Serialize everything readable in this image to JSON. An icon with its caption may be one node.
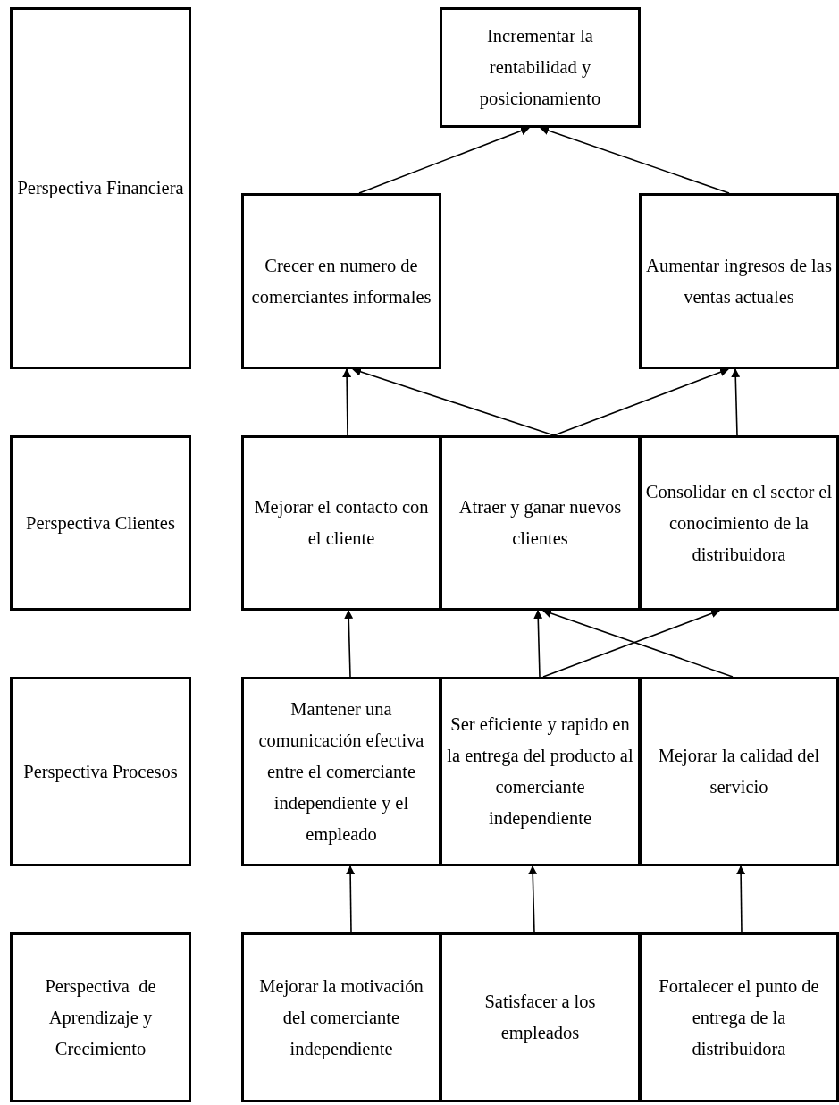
{
  "diagram": {
    "nodes": [
      {
        "text": [
          "Perspectiva Financiera"
        ]
      },
      {
        "text": [
          "Incrementar la rentabilidad y posicionamiento"
        ]
      },
      {
        "text": [
          "Crecer en numero de comerciantes informales"
        ]
      },
      {
        "text": [
          "Aumentar ingresos de las ventas actuales"
        ]
      },
      {
        "text": [
          "Perspectiva Clientes"
        ]
      },
      {
        "text": [
          "Mejorar el contacto con el cliente"
        ]
      },
      {
        "text": [
          "Atraer y ganar nuevos clientes"
        ]
      },
      {
        "text": [
          "Consolidar en el sector el conocimiento de la distribuidora"
        ]
      },
      {
        "text": [
          "Perspectiva Procesos"
        ]
      },
      {
        "text": [
          "Mantener una comunicación efectiva entre el comerciante independiente y el empleado"
        ]
      },
      {
        "text": [
          "Ser eficiente y rapido en la entrega del producto al comerciante independiente"
        ]
      },
      {
        "text": [
          "Mejorar la calidad del servicio"
        ]
      },
      {
        "text": [
          "Perspectiva  de Aprendizaje y Crecimiento"
        ]
      },
      {
        "text": [
          "Mejorar la motivación del comerciante independiente"
        ]
      },
      {
        "text": [
          "Satisfacer a los empleados"
        ]
      },
      {
        "text": [
          "Fortalecer el punto de entrega de la distribuidora"
        ]
      }
    ],
    "edges": [
      {
        "from": 2,
        "to": 1,
        "arrow": "to"
      },
      {
        "from": 3,
        "to": 1,
        "arrow": "to"
      },
      {
        "from": 5,
        "to": 2,
        "arrow": "to"
      },
      {
        "from": 6,
        "to": 2,
        "arrow": "to"
      },
      {
        "from": 6,
        "to": 3,
        "arrow": "to"
      },
      {
        "from": 7,
        "to": 3,
        "arrow": "to"
      },
      {
        "from": 9,
        "to": 5,
        "arrow": "to"
      },
      {
        "from": 10,
        "to": 6,
        "arrow": "to"
      },
      {
        "from": 10,
        "to": 7,
        "arrow": "to"
      },
      {
        "from": 11,
        "to": 6,
        "arrow": "to"
      },
      {
        "from": 13,
        "to": 9,
        "arrow": "to"
      },
      {
        "from": 14,
        "to": 10,
        "arrow": "to"
      },
      {
        "from": 15,
        "to": 11,
        "arrow": "to"
      }
    ]
  }
}
